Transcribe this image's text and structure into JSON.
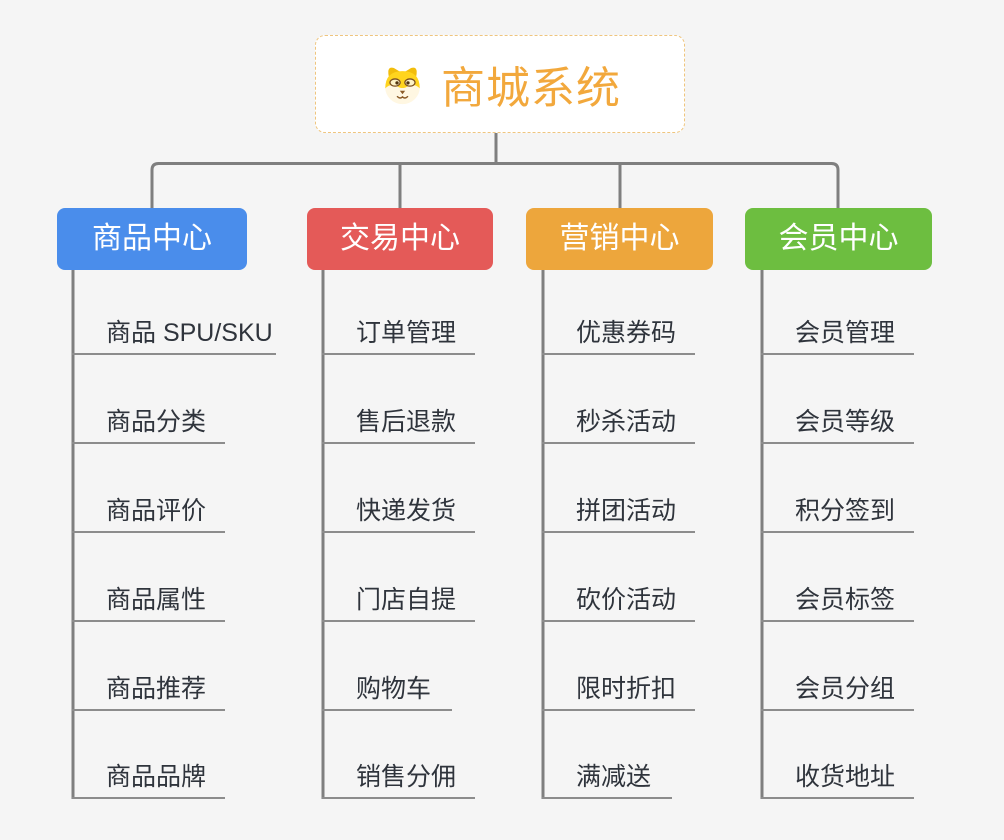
{
  "root": {
    "title": "商城系统",
    "title_color": "#f2a83c",
    "border_color": "#efc57e",
    "icon": "dog-face-icon"
  },
  "branches": [
    {
      "label": "商品中心",
      "color": "#4a8deb",
      "items": [
        "商品 SPU/SKU",
        "商品分类",
        "商品评价",
        "商品属性",
        "商品推荐",
        "商品品牌"
      ]
    },
    {
      "label": "交易中心",
      "color": "#e45a58",
      "items": [
        "订单管理",
        "售后退款",
        "快递发货",
        "门店自提",
        "购物车",
        "销售分佣"
      ]
    },
    {
      "label": "营销中心",
      "color": "#eda63c",
      "items": [
        "优惠券码",
        "秒杀活动",
        "拼团活动",
        "砍价活动",
        "限时折扣",
        "满减送"
      ]
    },
    {
      "label": "会员中心",
      "color": "#6dbe40",
      "items": [
        "会员管理",
        "会员等级",
        "积分签到",
        "会员标签",
        "会员分组",
        "收货地址"
      ]
    }
  ],
  "colors": {
    "background": "#f5f5f5",
    "connector_line": "#7f7f7f",
    "leaf_underline": "#8c8c8c",
    "leaf_text": "#2f343c"
  }
}
